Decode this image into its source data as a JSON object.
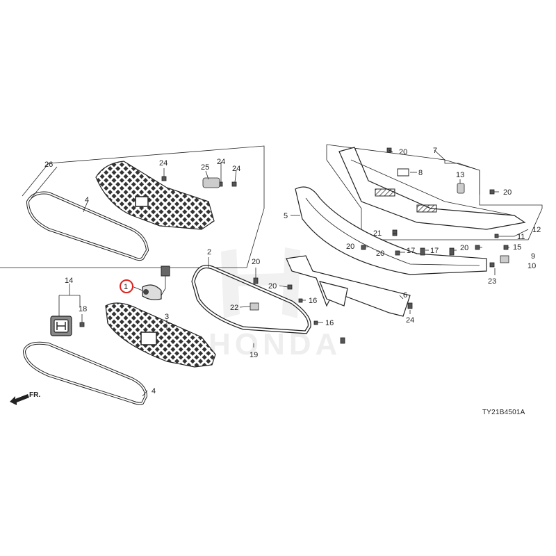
{
  "diagram": {
    "code": "TY21B4501A",
    "front_label": "FR.",
    "watermark": "HONDA",
    "highlight_color": "#e0201b",
    "highlighted_part": "1",
    "callouts": [
      "1",
      "2",
      "3",
      "4",
      "4",
      "5",
      "6",
      "7",
      "8",
      "9",
      "10",
      "11",
      "12",
      "13",
      "14",
      "15",
      "16",
      "16",
      "17",
      "17",
      "18",
      "19",
      "20",
      "20",
      "20",
      "20",
      "20",
      "20",
      "20",
      "21",
      "22",
      "23",
      "24",
      "24",
      "24",
      "24",
      "25",
      "26"
    ]
  }
}
